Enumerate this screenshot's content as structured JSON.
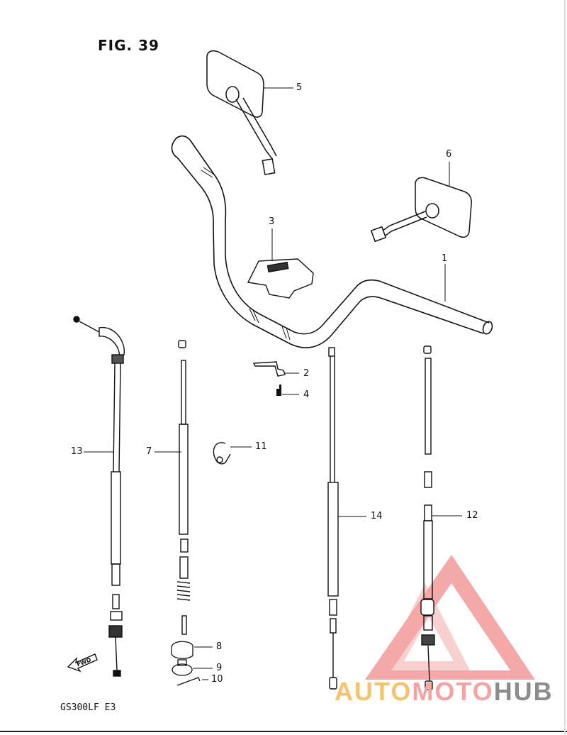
{
  "figure": {
    "title": "FIG. 39",
    "model_code": "GS300LF  E3",
    "fwd_label": "FWD"
  },
  "callouts": {
    "1": "1",
    "2": "2",
    "3": "3",
    "4": "4",
    "5": "5",
    "6": "6",
    "7": "7",
    "8": "8",
    "9": "9",
    "10": "10",
    "11": "11",
    "12": "12",
    "13": "13",
    "14": "14"
  },
  "watermark": {
    "part1": "AUTO",
    "part2": "MOTO",
    "part3": "HUB",
    "colors": [
      "#f6c36a",
      "#f3a3a3",
      "#8c8c8c"
    ]
  }
}
